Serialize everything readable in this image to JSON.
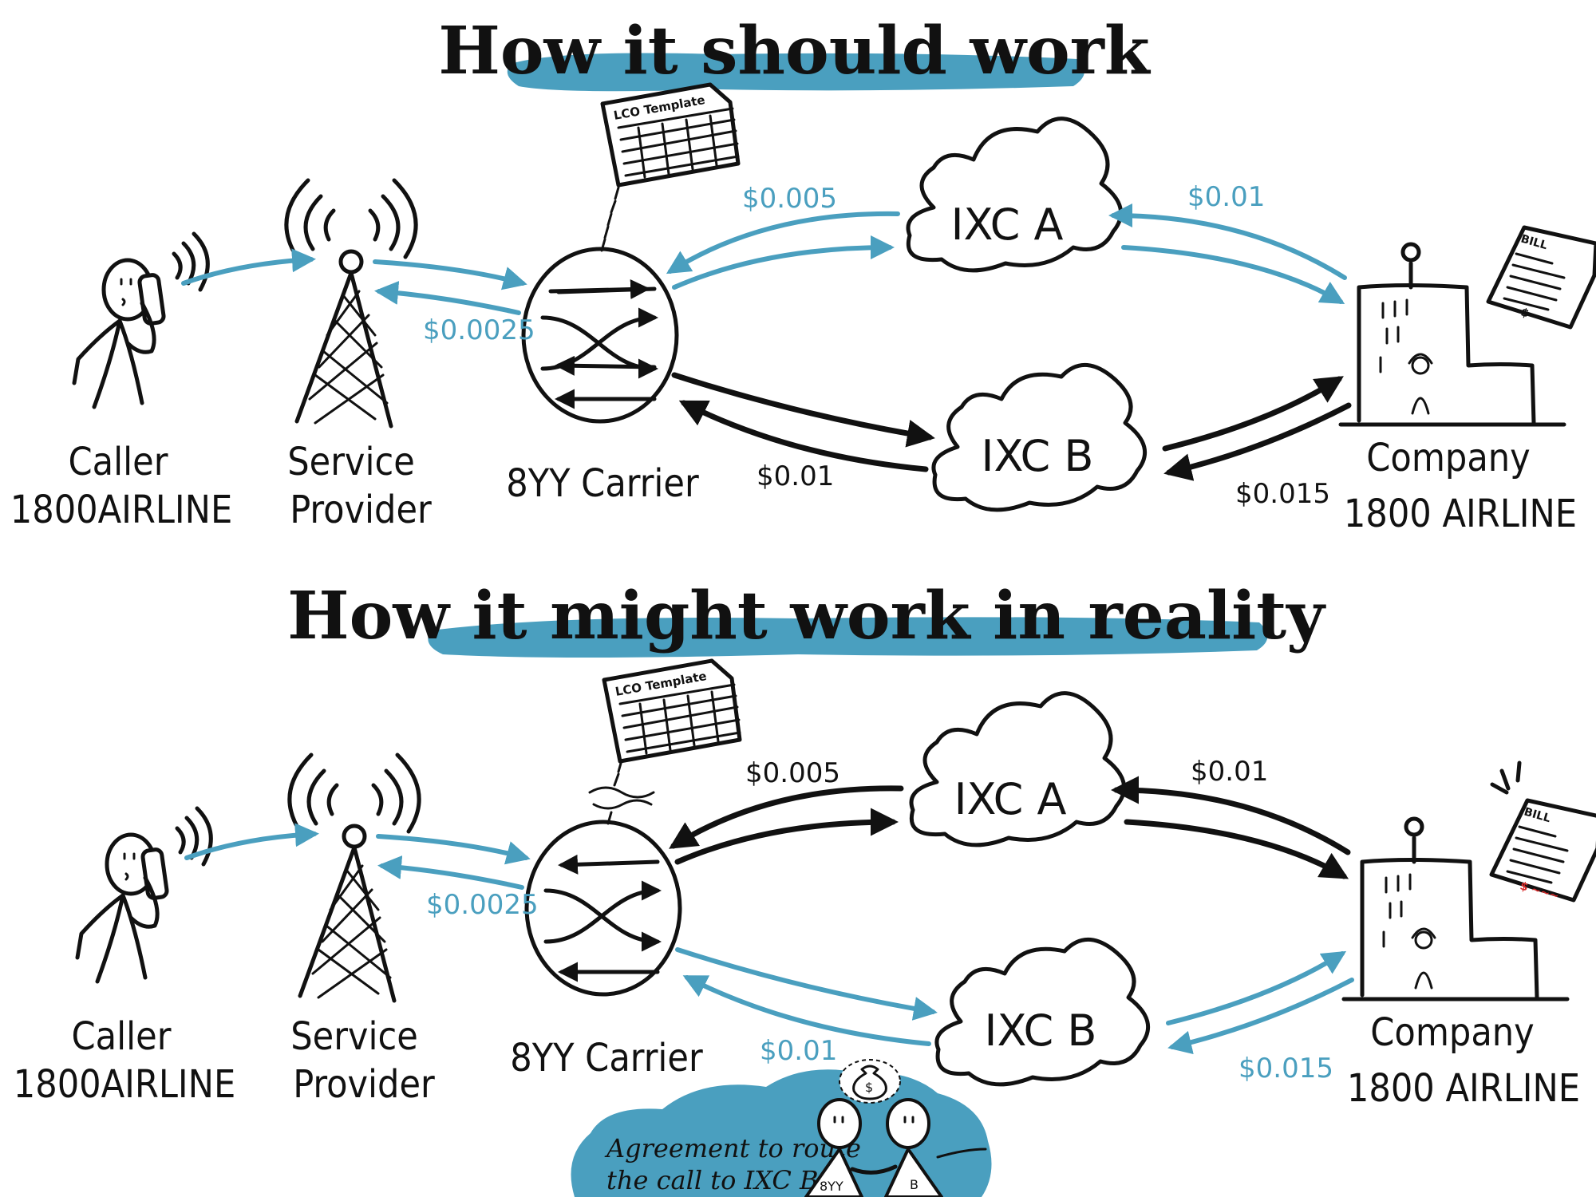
{
  "colors": {
    "accent": "#4a9fbf",
    "ink": "#111111",
    "alert": "#d62828"
  },
  "sections": [
    {
      "title": "How it should work",
      "caller": {
        "line1": "Caller",
        "line2": "1800AIRLINE"
      },
      "provider": {
        "line1": "Service",
        "line2": "Provider"
      },
      "carrier": {
        "label": "8YY Carrier"
      },
      "ixc_a": {
        "label": "IXC A"
      },
      "ixc_b": {
        "label": "IXC B"
      },
      "company": {
        "line1": "Company",
        "line2": "1800 AIRLINE"
      },
      "lco": {
        "title": "LCO Template"
      },
      "bill": {
        "title": "BILL",
        "amount": "$"
      },
      "prices": {
        "provider": "$0.0025",
        "ixc_a_carrier": "$0.005",
        "ixc_a_company": "$0.01",
        "ixc_b_carrier": "$0.01",
        "ixc_b_company": "$0.015"
      }
    },
    {
      "title": "How it might work in reality",
      "caller": {
        "line1": "Caller",
        "line2": "1800AIRLINE"
      },
      "provider": {
        "line1": "Service",
        "line2": "Provider"
      },
      "carrier": {
        "label": "8YY Carrier"
      },
      "ixc_a": {
        "label": "IXC A"
      },
      "ixc_b": {
        "label": "IXC B"
      },
      "company": {
        "line1": "Company",
        "line2": "1800 AIRLINE"
      },
      "lco": {
        "title": "LCO Template"
      },
      "bill": {
        "title": "BILL",
        "amount": "$ ~~~"
      },
      "prices": {
        "provider": "$0.0025",
        "ixc_a_carrier": "$0.005",
        "ixc_a_company": "$0.01",
        "ixc_b_carrier": "$0.01",
        "ixc_b_company": "$0.015"
      },
      "agreement": {
        "line1": "Agreement to route",
        "line2": "the call to IXC B",
        "person_a": "8YY",
        "person_b": "B",
        "money": "$"
      }
    }
  ]
}
